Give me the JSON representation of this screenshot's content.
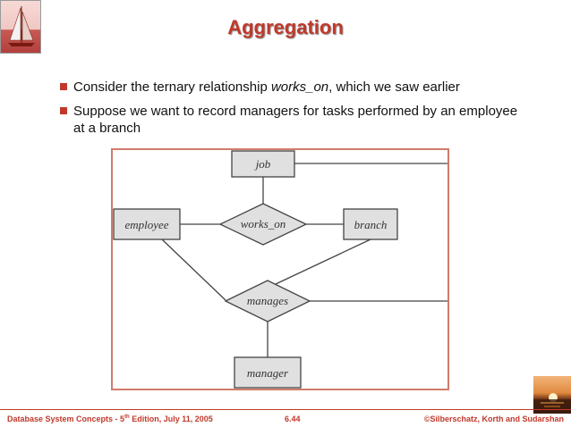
{
  "slide": {
    "title": "Aggregation",
    "bullets": [
      {
        "before": "Consider the ternary relationship ",
        "em": "works_on",
        "after": ", which we saw earlier"
      },
      {
        "text": "Suppose we want to record managers for tasks performed by an employee at a branch"
      }
    ]
  },
  "diagram": {
    "entities": {
      "job": "job",
      "employee": "employee",
      "branch": "branch",
      "manager": "manager"
    },
    "relationships": {
      "works_on": "works_on",
      "manages": "manages"
    }
  },
  "footer": {
    "left_prefix": "Database System Concepts - 5",
    "left_sup": "th",
    "left_suffix": " Edition, July 11, 2005",
    "page": "6.44",
    "right": "©Silberschatz, Korth and Sudarshan"
  },
  "colors": {
    "accent": "#c0392b",
    "frame": "#d07b6c",
    "entity_fill": "#e0e0e0",
    "diagram_stroke": "#444444"
  }
}
